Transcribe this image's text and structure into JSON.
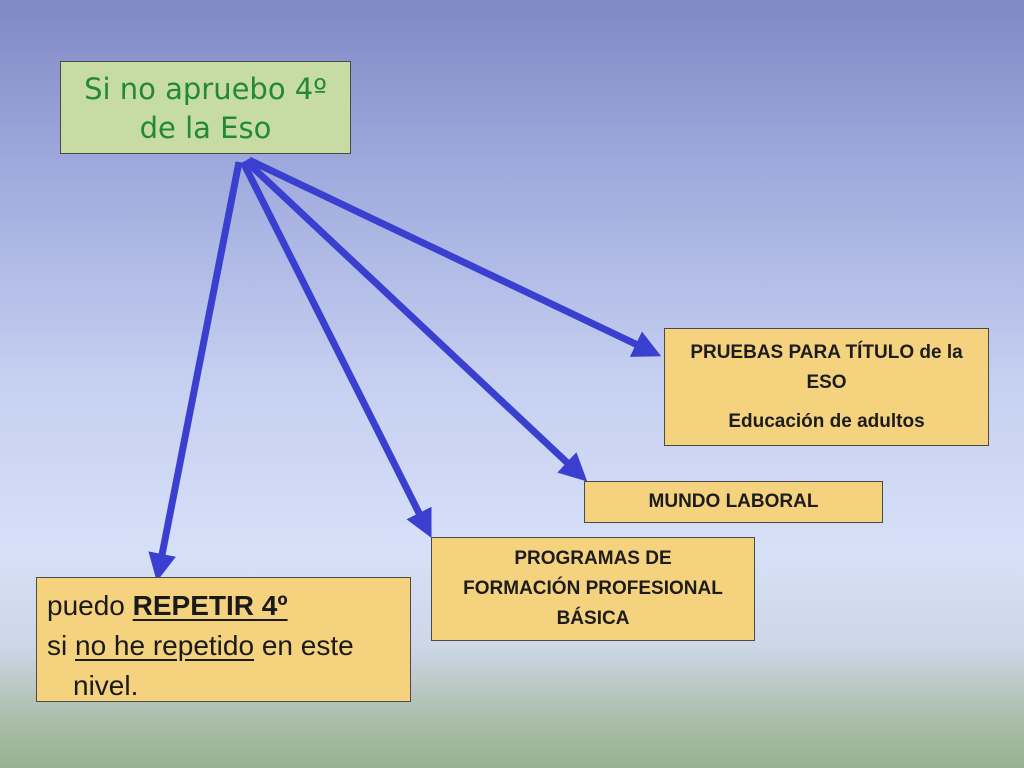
{
  "colors": {
    "arrow": "#3a3fd0",
    "green_box": "#c6dca3",
    "yellow_box": "#f4d27e",
    "title_text": "#23883a"
  },
  "source_box": {
    "line1": "Si no apruebo 4º",
    "line2": "de la Eso"
  },
  "pruebas_box": {
    "line1": "PRUEBAS PARA TÍTULO de la",
    "line2": "ESO",
    "line3": "Educación de adultos"
  },
  "mundo_box": {
    "label": "MUNDO LABORAL"
  },
  "programas_box": {
    "line1": "PROGRAMAS DE",
    "line2": "FORMACIÓN PROFESIONAL",
    "line3": "BÁSICA"
  },
  "repetir_box": {
    "pre": "puedo ",
    "strong": "REPETIR 4º",
    "line2_pre": "si ",
    "line2_underlined": "no he repetido",
    "line2_post": " en este",
    "line3": "nivel."
  },
  "edges": [
    {
      "from": "source_box",
      "to": "repetir_box"
    },
    {
      "from": "source_box",
      "to": "programas_box"
    },
    {
      "from": "source_box",
      "to": "mundo_box"
    },
    {
      "from": "source_box",
      "to": "pruebas_box"
    }
  ]
}
